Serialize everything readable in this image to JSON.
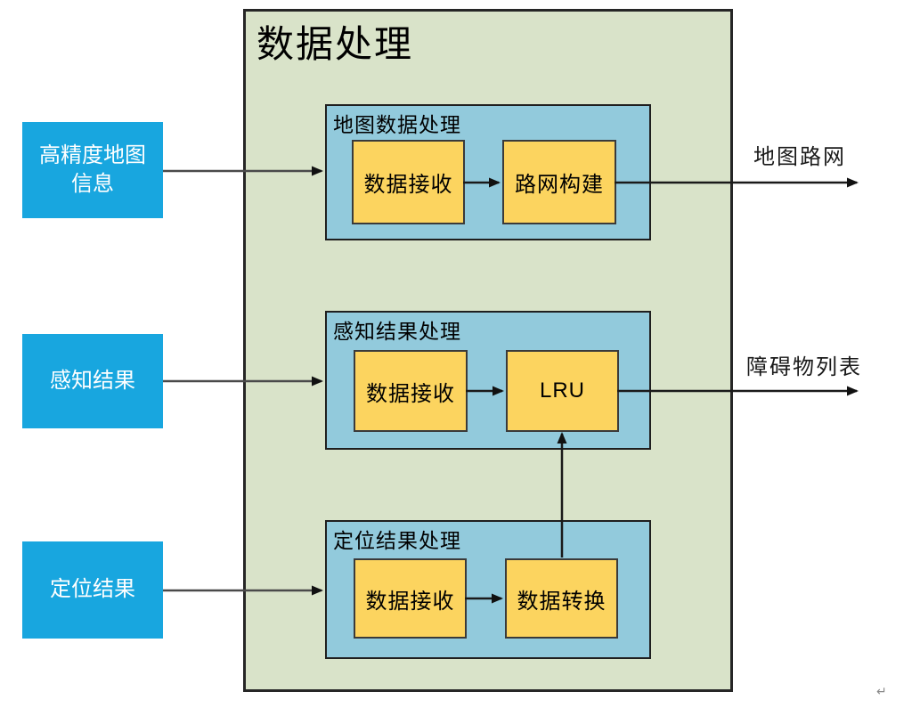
{
  "diagram": {
    "title": "数据处理",
    "inputs": [
      {
        "label": "高精度地图\n信息"
      },
      {
        "label": "感知结果"
      },
      {
        "label": "定位结果"
      }
    ],
    "groups": [
      {
        "title": "地图数据处理",
        "nodes": [
          {
            "label": "数据接收"
          },
          {
            "label": "路网构建"
          }
        ]
      },
      {
        "title": "感知结果处理",
        "nodes": [
          {
            "label": "数据接收"
          },
          {
            "label": "LRU"
          }
        ]
      },
      {
        "title": "定位结果处理",
        "nodes": [
          {
            "label": "数据接收"
          },
          {
            "label": "数据转换"
          }
        ]
      }
    ],
    "outputs": [
      {
        "label": "地图路网"
      },
      {
        "label": "障碍物列表"
      }
    ],
    "edges": [
      "高精度地图信息 -> 地图数据处理.数据接收",
      "地图数据处理.数据接收 -> 路网构建",
      "路网构建 -> 地图路网",
      "感知结果 -> 感知结果处理.数据接收",
      "感知结果处理.数据接收 -> LRU",
      "LRU -> 障碍物列表",
      "定位结果 -> 定位结果处理.数据接收",
      "定位结果处理.数据接收 -> 数据转换",
      "数据转换 -> LRU"
    ],
    "colors": {
      "input_box": "#18A6DF",
      "container_bg": "#D9E3C9",
      "group_bg": "#92CADC",
      "node_bg": "#FCD45F",
      "border": "#262626",
      "arrow": "#1a1a1a"
    },
    "paragraph_mark": "↵"
  }
}
